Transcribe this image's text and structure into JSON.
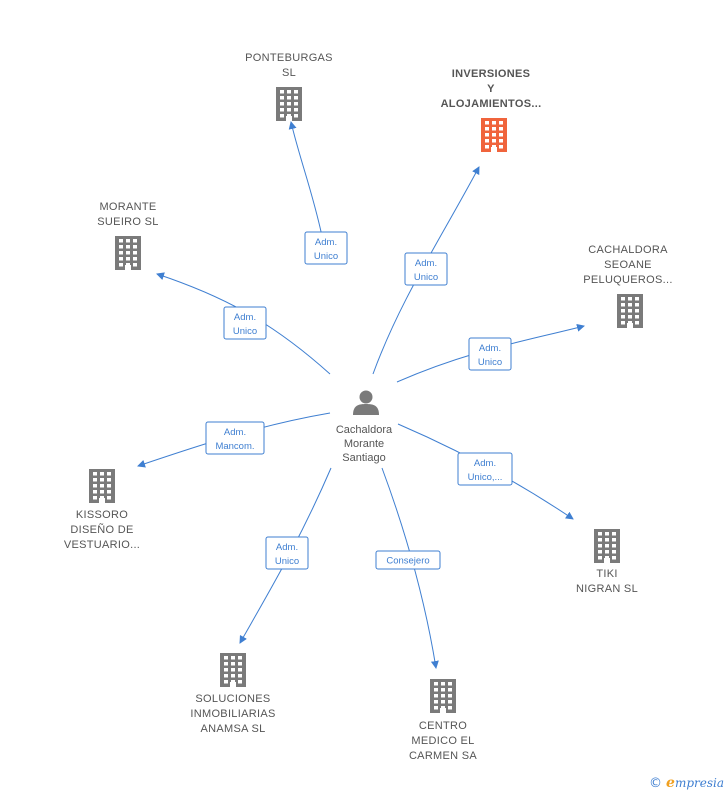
{
  "center": {
    "name_lines": [
      "Cachaldora",
      "Morante",
      "Santiago"
    ],
    "icon": "person-icon"
  },
  "companies": [
    {
      "id": "ponteburgas",
      "lines": [
        "PONTEBURGAS",
        "SL"
      ],
      "highlight": false,
      "relation": [
        "Adm.",
        "Unico"
      ]
    },
    {
      "id": "inversiones",
      "lines": [
        "INVERSIONES",
        "Y",
        "ALOJAMIENTOS..."
      ],
      "highlight": true,
      "relation": [
        "Adm.",
        "Unico"
      ]
    },
    {
      "id": "morante-sueiro",
      "lines": [
        "MORANTE",
        "SUEIRO  SL"
      ],
      "highlight": false,
      "relation": [
        "Adm.",
        "Unico"
      ]
    },
    {
      "id": "cachaldora-seoane",
      "lines": [
        "CACHALDORA",
        "SEOANE",
        "PELUQUEROS..."
      ],
      "highlight": false,
      "relation": [
        "Adm.",
        "Unico"
      ]
    },
    {
      "id": "kissoro",
      "lines": [
        "KISSORO",
        "DISEÑO DE",
        "VESTUARIO..."
      ],
      "highlight": false,
      "relation": [
        "Adm.",
        "Mancom."
      ]
    },
    {
      "id": "tiki-nigran",
      "lines": [
        "TIKI",
        "NIGRAN  SL"
      ],
      "highlight": false,
      "relation": [
        "Adm.",
        "Unico,..."
      ]
    },
    {
      "id": "soluciones",
      "lines": [
        "SOLUCIONES",
        "INMOBILIARIAS",
        "ANAMSA  SL"
      ],
      "highlight": false,
      "relation": [
        "Adm.",
        "Unico"
      ]
    },
    {
      "id": "centro-medico",
      "lines": [
        "CENTRO",
        "MEDICO EL",
        "CARMEN SA"
      ],
      "highlight": false,
      "relation": [
        "Consejero"
      ]
    }
  ],
  "colors": {
    "edge": "#3f7fd1",
    "building": "#7a7a7a",
    "highlight": "#f0643c",
    "text": "#555555"
  },
  "footer": {
    "copyright": "©",
    "brand_initial": "e",
    "brand_rest": "mpresia"
  }
}
